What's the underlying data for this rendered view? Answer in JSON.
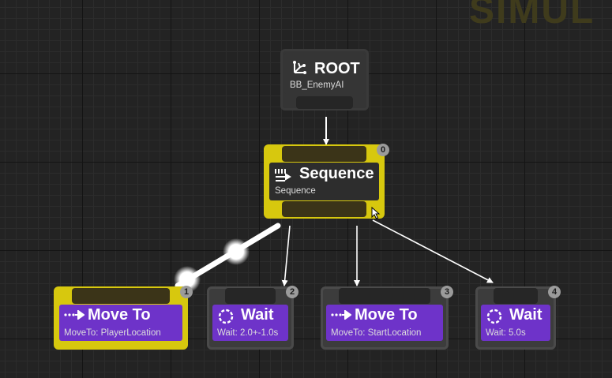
{
  "watermark": "SIMUL",
  "root": {
    "title": "ROOT",
    "subtitle": "BB_EnemyAI"
  },
  "sequence": {
    "title": "Sequence",
    "subtitle": "Sequence",
    "index": "0"
  },
  "tasks": [
    {
      "title": "Move To",
      "subtitle": "MoveTo: PlayerLocation",
      "index": "1",
      "icon": "move-to-icon",
      "state": "active"
    },
    {
      "title": "Wait",
      "subtitle": "Wait: 2.0+-1.0s",
      "index": "2",
      "icon": "wait-icon",
      "state": "idle"
    },
    {
      "title": "Move To",
      "subtitle": "MoveTo: StartLocation",
      "index": "3",
      "icon": "move-to-icon",
      "state": "idle"
    },
    {
      "title": "Wait",
      "subtitle": "Wait: 5.0s",
      "index": "4",
      "icon": "wait-icon",
      "state": "idle"
    }
  ],
  "colors": {
    "active_border": "#d7c80e",
    "task_purple": "#6e33c9",
    "wire": "#ffffff"
  }
}
